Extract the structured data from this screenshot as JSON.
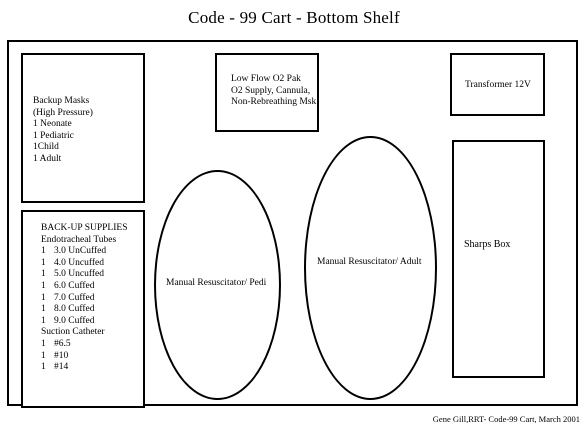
{
  "title": "Code - 99 Cart - Bottom Shelf",
  "backup_masks": {
    "lines": [
      "Backup Masks",
      "(High Pressure)",
      "1 Neonate",
      "1 Pediatric",
      "1Child",
      "1 Adult"
    ]
  },
  "low_flow": {
    "lines": [
      "Low Flow O2 Pak",
      "O2 Supply, Cannula,",
      "Non-Rebreathing Msk"
    ]
  },
  "transformer": {
    "label": "Transformer 12V"
  },
  "backup_supplies": {
    "heading": "BACK-UP SUPPLIES",
    "et_heading": "Endotracheal Tubes",
    "et_items": [
      {
        "qty": "1",
        "desc": "3.0 UnCuffed"
      },
      {
        "qty": "1",
        "desc": "4.0 Uncuffed"
      },
      {
        "qty": "1",
        "desc": "5.0 Uncuffed"
      },
      {
        "qty": "1",
        "desc": "6.0 Cuffed"
      },
      {
        "qty": "1",
        "desc": "7.0 Cuffed"
      },
      {
        "qty": "1",
        "desc": "8.0 Cuffed"
      },
      {
        "qty": "1",
        "desc": "9.0 Cuffed"
      }
    ],
    "suction_heading": "Suction Catheter",
    "suction_items": [
      {
        "qty": "1",
        "desc": "#6.5"
      },
      {
        "qty": "1",
        "desc": "#10"
      },
      {
        "qty": "1",
        "desc": "#14"
      }
    ]
  },
  "resuscitator_pedi": {
    "label": "Manual Resuscitator/ Pedi"
  },
  "resuscitator_adult": {
    "label": "Manual Resuscitator/ Adult"
  },
  "sharps_box": {
    "label": "Sharps Box"
  },
  "footer": "Gene Gill,RRT- Code-99 Cart, March 2001"
}
